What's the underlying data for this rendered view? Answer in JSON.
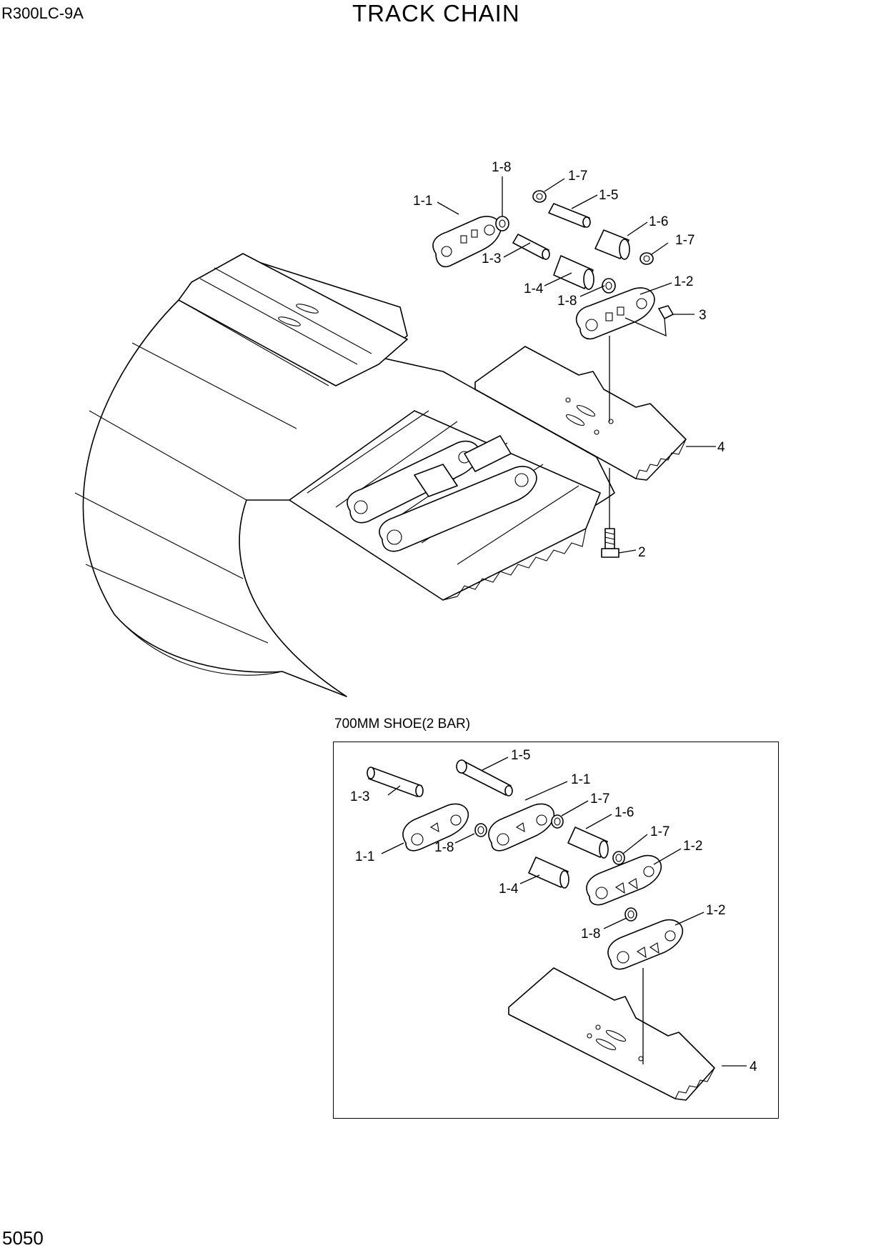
{
  "header": {
    "model": "R300LC-9A",
    "title": "TRACK CHAIN"
  },
  "footer": {
    "page_number": "5050"
  },
  "main_diagram": {
    "labels": {
      "l1_1": "1-1",
      "l1_8a": "1-8",
      "l1_7a": "1-7",
      "l1_5": "1-5",
      "l1_6": "1-6",
      "l1_7b": "1-7",
      "l1_3": "1-3",
      "l1_4": "1-4",
      "l1_8b": "1-8",
      "l1_2": "1-2",
      "l3": "3",
      "l4": "4",
      "l2": "2"
    }
  },
  "inset": {
    "caption": "700MM SHOE(2 BAR)",
    "labels": {
      "l1_5": "1-5",
      "l1_3": "1-3",
      "l1_1a": "1-1",
      "l1_7a": "1-7",
      "l1_6": "1-6",
      "l1_1b": "1-1",
      "l1_8a": "1-8",
      "l1_7b": "1-7",
      "l1_2a": "1-2",
      "l1_4": "1-4",
      "l1_2b": "1-2",
      "l1_8b": "1-8",
      "l4": "4"
    }
  }
}
